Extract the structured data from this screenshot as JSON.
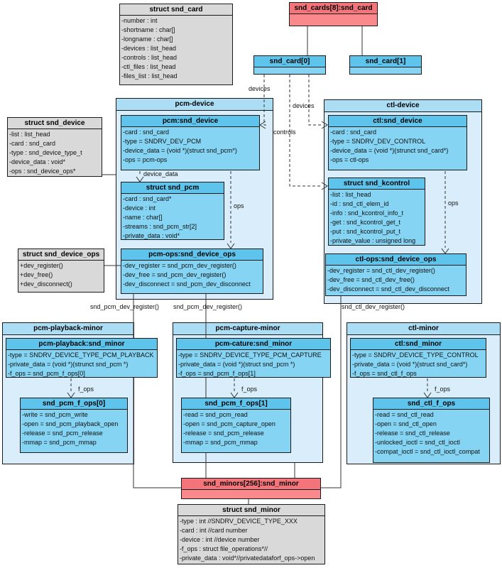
{
  "diagram_title": "ALSA snd_card / snd_device / snd_minor structure diagram",
  "colors": {
    "container_fill": "#d9eefa",
    "container_title": "#abddf4",
    "node_fill": "#85d4f3",
    "node_title": "#5ec4ec",
    "struct_fill": "#d9d9d9",
    "array_fill": "#f9898d",
    "array_title": "#f3747a",
    "border": "#1a1a1a"
  },
  "nodes": {
    "struct_snd_card": {
      "title": "struct snd_card",
      "rows": [
        "-number : int",
        "-shortname : char[]",
        "-longname : char[]",
        "-devices : list_head",
        "-controls : list_head",
        "-ctl_files : list_head",
        "-files_list : list_head"
      ]
    },
    "snd_cards_array": {
      "title": "snd_cards[8]:snd_card",
      "rows": []
    },
    "snd_card_0": {
      "title": "snd_card[0]",
      "rows": []
    },
    "snd_card_1": {
      "title": "snd_card[1]",
      "rows": []
    },
    "pcm_device": {
      "title": "pcm-device"
    },
    "pcm_snd_device": {
      "title": "pcm:snd_device",
      "rows": [
        "-card : snd_card",
        "-type = SNDRV_DEV_PCM",
        "-device_data = (void *)(struct snd_pcm*)",
        "-ops = pcm-ops"
      ]
    },
    "struct_snd_pcm": {
      "title": "struct snd_pcm",
      "rows": [
        "-card : snd_card*",
        "-device : int",
        "-name : char[]",
        "-streams : snd_pcm_str[2]",
        "-private_data : void*"
      ]
    },
    "pcm_ops": {
      "title": "pcm-ops:snd_device_ops",
      "rows": [
        "-dev_register = snd_pcm_dev_register()",
        "-dev_free = snd_pcm_dev_register()",
        "-dev_disconnect = snd_pcm_dev_disconnect"
      ]
    },
    "ctl_device": {
      "title": "ctl-device"
    },
    "ctl_snd_device": {
      "title": "ctl:snd_device",
      "rows": [
        "-card : snd_card",
        "-type = SNDRV_DEV_CONTROL",
        "-device_data = (void *)(strunct snd_card*)",
        "-ops = ctl-ops"
      ]
    },
    "struct_snd_kcontrol": {
      "title": "struct snd_kcontrol",
      "rows": [
        "-list : list_head",
        "-id : snd_ctl_elem_id",
        "-info : snd_kcontrol_info_t",
        "-get : snd_kcontrol_get_t",
        "-put : snd_kcontrol_put_t",
        "-private_value : unsigned long"
      ]
    },
    "ctl_ops": {
      "title": "ctl-ops:snd_device_ops",
      "rows": [
        "-dev_register = snd_ctl_dev_register()",
        "-dev_free = snd_ctl_dev_free()",
        "-dev_disconnect = snd_ctl_dev_disconnect"
      ]
    },
    "struct_snd_device": {
      "title": "struct snd_device",
      "rows": [
        "-list : list_head",
        "-card : snd_card",
        "-type : snd_device_type_t",
        "-device_data : void*",
        "-ops : snd_device_ops*"
      ]
    },
    "struct_snd_device_ops": {
      "title": "struct snd_device_ops",
      "rows": [
        "+dev_register()",
        "+dev_free()",
        "+dev_disconnect()"
      ]
    },
    "pcm_playback_minor_container": {
      "title": "pcm-playback-minor"
    },
    "pcm_playback_minor": {
      "title": "pcm-playback:snd_minor",
      "rows": [
        "-type = SNDRV_DEVICE_TYPE_PCM_PLAYBACK",
        "-private_data = (void *)(strunct snd_pcm *)",
        "-f_ops = snd_pcm_f_ops[0]"
      ]
    },
    "snd_pcm_f_ops_0": {
      "title": "snd_pcm_f_ops[0]",
      "rows": [
        "-write = snd_pcm_write",
        "-open = snd_pcm_playback_open",
        "-release = snd_pcm_release",
        "-mmap = snd_pcm_mmap"
      ]
    },
    "pcm_capture_minor_container": {
      "title": "pcm-capture-minor"
    },
    "pcm_capture_minor": {
      "title": "pcm-cature:snd_minor",
      "rows": [
        "-type = SNDRV_DEVICE_TYPE_PCM_CAPTURE",
        "-private_data = (void *)(struct snd_pcm *)",
        "-f_ops = snd_pcm_f_ops[1]"
      ]
    },
    "snd_pcm_f_ops_1": {
      "title": "snd_pcm_f_ops[1]",
      "rows": [
        "-read = snd_pcm_read",
        "-open = snd_pcm_capture_open",
        "-release = snd_pcm_release",
        "-mmap = snd_pcm_mmap"
      ]
    },
    "ctl_minor_container": {
      "title": "ctl-minor"
    },
    "ctl_minor": {
      "title": "ctl:snd_minor",
      "rows": [
        "-type = SNDRV_DEVICE_TYPE_CONTROL",
        "-private_data = (void *)(struct snd_card*)",
        "-f_ops = snd_ctl_f_ops"
      ]
    },
    "snd_ctl_f_ops": {
      "title": "snd_ctl_f_ops",
      "rows": [
        "-read = snd_ctl_read",
        "-open = snd_ctl_open",
        "-release = snd_ctl_release",
        "-unlocked_ioctl = snd_ctl_ioctl",
        "-compat_ioctl = snd_ctl_ioctl_compat"
      ]
    },
    "snd_minors_array": {
      "title": "snd_minors[256]:snd_minor",
      "rows": []
    },
    "struct_snd_minor": {
      "title": "struct snd_minor",
      "rows": [
        "-type : int //SNDRV_DEVICE_TYPE_XXX",
        "-card : int //card number",
        "-device : int //device number",
        "-f_ops : struct file_operations*//",
        "-private_data : void*//privatedataforf_ops->open"
      ]
    }
  },
  "labels": {
    "devices_left": "devices",
    "devices_right": "devices",
    "controls": "controls",
    "device_data": "device_data",
    "ops_pcm": "ops",
    "ops_ctl": "ops",
    "pcm_playback_register": "snd_pcm_dev_register()",
    "pcm_capture_register": "snd_pcm_dev_register()",
    "ctl_register": "snd_ctl_dev_register()",
    "f_ops_playback": "f_ops",
    "f_ops_capture": "f_ops",
    "f_ops_ctl": "f_ops"
  }
}
